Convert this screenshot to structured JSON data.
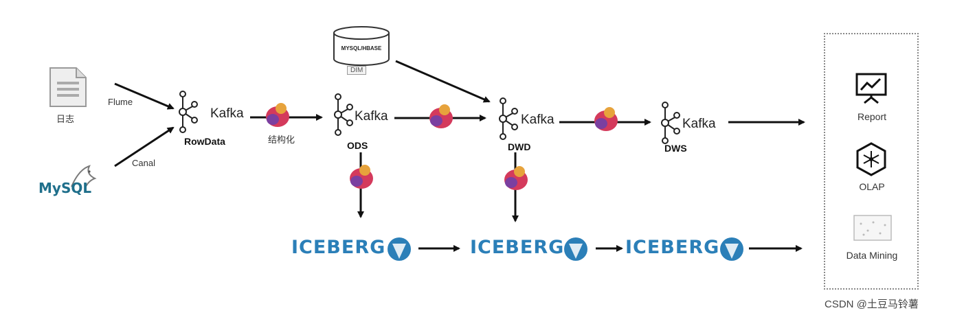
{
  "sources": {
    "log_label": "日志",
    "mysql_logo": "MySQL",
    "flume_label": "Flume",
    "canal_label": "Canal"
  },
  "dim": {
    "db_label": "MYSQL/HBASE",
    "tag": "DIM"
  },
  "pipeline": {
    "rowdata_label": "RowData",
    "structuring_label": "结构化",
    "kafka_label": "Kafka",
    "ods_label": "ODS",
    "dwd_label": "DWD",
    "dws_label": "DWS"
  },
  "iceberg": {
    "label": "ICEBERG"
  },
  "outputs": {
    "report": "Report",
    "olap": "OLAP",
    "data_mining": "Data Mining"
  },
  "watermark": "CSDN @土豆马铃薯",
  "colors": {
    "iceberg_blue": "#2b7fb8",
    "flink_red": "#d43a5c",
    "flink_purple": "#7b3fa0",
    "arrow": "#111111"
  }
}
